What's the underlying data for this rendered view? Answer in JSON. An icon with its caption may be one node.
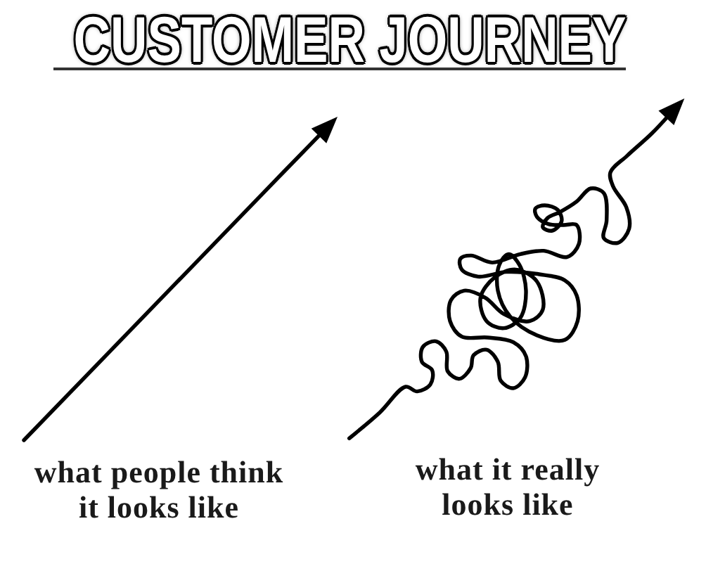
{
  "diagram": {
    "title": "CUSTOMER JOURNEY",
    "labels": [
      "what people think it looks like",
      "what it really looks like"
    ]
  }
}
